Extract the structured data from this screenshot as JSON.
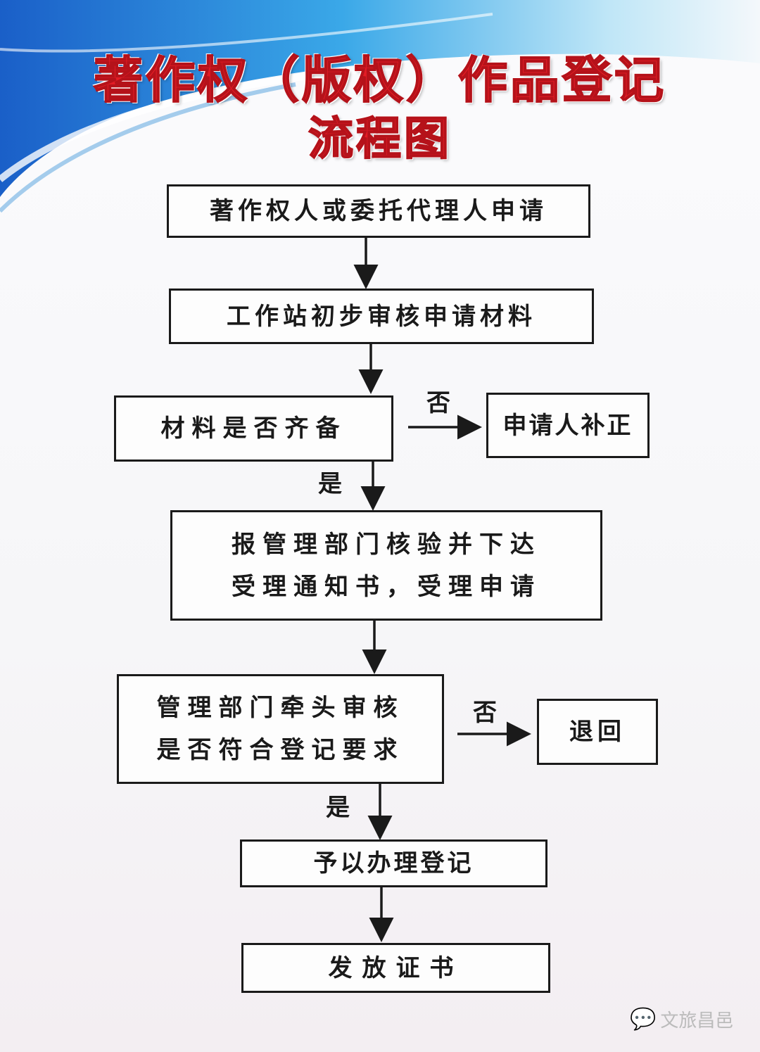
{
  "title": {
    "line1": "著作权（版权）作品登记",
    "line2": "流程图"
  },
  "steps": {
    "apply": "著作权人或委托代理人申请",
    "initial_review": "工作站初步审核申请材料",
    "materials_complete": "材料是否齐备",
    "supplement": "申请人补正",
    "report_line1": "报管理部门核验并下达",
    "report_line2": "受理通知书，受理申请",
    "dept_review_line1": "管理部门牵头审核",
    "dept_review_line2": "是否符合登记要求",
    "return": "退回",
    "register": "予以办理登记",
    "issue": "发放证书"
  },
  "labels": {
    "no1": "否",
    "yes1": "是",
    "no2": "否",
    "yes2": "是"
  },
  "watermark": "文旅昌邑",
  "colors": {
    "title": "#e21c25",
    "banner_blue": "#1f6fd0"
  }
}
